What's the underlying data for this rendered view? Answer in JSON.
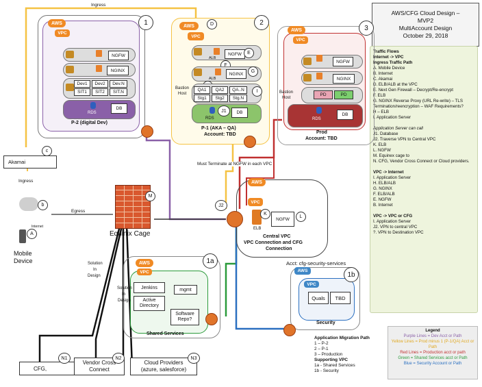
{
  "title": {
    "line1": "AWS/CFG Cloud Design –",
    "line2": "MVP2",
    "line3": "MultiAccount Design",
    "line4": "October 29, 2018"
  },
  "notes": {
    "traffic_flows": "Traffic Flows",
    "internet_vpc": "Internet -> VPC",
    "ingress_path": "Ingress Traffic Path",
    "ingress_items": [
      "A. Mobile Device",
      "B. Internet",
      "C. Akamai",
      "D. ELB/ALB at the VPC",
      "E. Next Gen Firewall – Decrypt/Re-encrypt",
      "F. ELB",
      "G. NGINX Reverse Proxy (URL Re-write) – TLS Termination/reencryption – WAF Requirements?",
      "H – ELB",
      "I. Application Server"
    ],
    "app_server_call": "Application Server can call",
    "call_items": [
      "J1. Database",
      "J2. Traverse VPN to Central VPC",
      "K. ELB",
      "L. NGFW",
      "M. Equinex cage to",
      "N. CFG, Vendor Cross Connect or Cloud providers."
    ],
    "vpc_internet": "VPC -> Internet",
    "vi_items": [
      "I.  Application Server",
      "H. ELB/ALB",
      "G. NGINX",
      "F. ELB/ALB",
      "E. NGFW",
      "B. Internet"
    ],
    "vpc_vpc": "VPC -> VPC or CFG",
    "vv_items": [
      "I. Application Server",
      "J2. VPN to central VPC",
      "?. VPN to Destination VPC"
    ]
  },
  "migration": {
    "title": "Application Migration Path",
    "items": [
      "1 – P-2",
      "2 – P-1",
      "3 – Production"
    ],
    "supporting": "Supporting VPC",
    "sitems": [
      "1a - Shared Services",
      "1b - Security"
    ]
  },
  "legend": {
    "title": "Legend",
    "purple": "Purple Lines = Dev Acct or Path",
    "yellow": "Yellow Lines = Prod minus 1 (P-1/QA) Acct or Path",
    "red": "Red Lines = Production acct or path",
    "green": "Green = Shared Services acct or Path",
    "blue": "Blue = Security Account or Path",
    "colors": {
      "purple": "#8a60a8",
      "yellow": "#f5c243",
      "red": "#c03030",
      "green": "#2a9a3a",
      "blue": "#2a6fc0"
    }
  },
  "labels": {
    "ingress_top": "Ingress",
    "ingress_left": "Ingress",
    "egress": "Egress",
    "akamai": "Akamai",
    "internet": "Internet",
    "mobile_device_1": "Mobile",
    "mobile_device_2": "Device",
    "equinix": "Equinix Cage",
    "must_terminate": "Must Terminate at NGFW in each VPC",
    "central_vpc_1": "Central VPC",
    "central_vpc_2": "VPC Connection and CFG",
    "central_vpc_3": "Connection",
    "solution_design_1": "Solution",
    "solution_design_2": "In",
    "solution_design_3": "Design",
    "sol2_a": "Solution",
    "sol2_b": "In",
    "sol2_c": "Design",
    "cfg": "CFG,",
    "vendor_1": "Vendor Cross",
    "vendor_2": "Connect",
    "cloud_1": "Cloud Providers",
    "cloud_2": "(azure, salesforce)",
    "shared_services": "Shared Services",
    "security": "Security",
    "acct_security": "Acct: cfg-security-services",
    "jenkins": "Jenkins",
    "mgmt": "mgmt",
    "ad_1": "Active",
    "ad_2": "Directory",
    "repo_1": "Software",
    "repo_2": "Repo?",
    "quals": "Quals",
    "tbd": "TBD",
    "ngfw": "NGFW",
    "nginx": "NGINX",
    "rds": "RDS",
    "db": "DB",
    "elb": "ELB",
    "alb": "ALB",
    "bastion_1": "Bastion",
    "bastion_2": "Host",
    "pd": "PD",
    "p2": "P-2 (digital Dev)",
    "p1_1": "P-1 (AKA – QA)",
    "p1_2": "Account: TBD",
    "prod_1": "Prod",
    "prod_2": "Account: TBD",
    "aws": "AWS",
    "vpc": "VPC"
  },
  "dev_cells": [
    "Dev1",
    "Dev2",
    "Dev.N",
    "SIT1",
    "SIT2",
    "SIT.N"
  ],
  "qa_cells": [
    "QA1",
    "QA2",
    "QA..N",
    "Stg1",
    "Stg2",
    "Stg.N"
  ],
  "markers": {
    "n1": "1",
    "n2": "2",
    "n3": "3",
    "n1a": "1a",
    "n1b": "1b",
    "a": "A",
    "b": "b",
    "c": "c",
    "d": "D",
    "e": "E",
    "f": "F",
    "g": "G",
    "h": "H",
    "i": "I",
    "j1": "J1",
    "j2": "J2",
    "k": "K",
    "l": "L",
    "m": "M",
    "N1": "N1",
    "N2": "N2",
    "N3": "N3"
  }
}
